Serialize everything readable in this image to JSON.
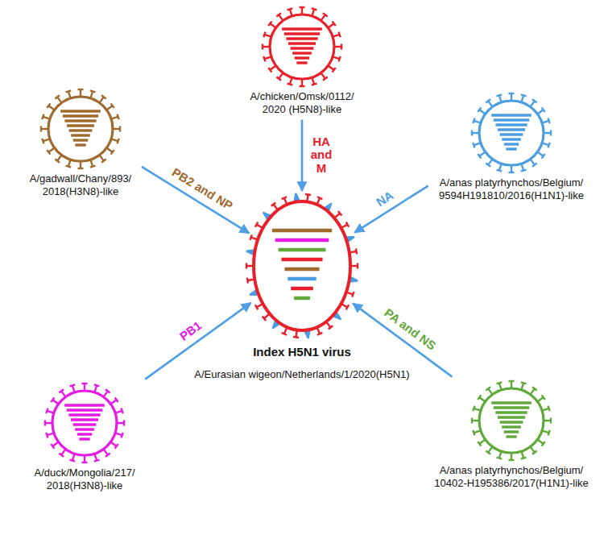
{
  "diagram": {
    "nodes": [
      {
        "text": [
          "A/chicken/Omsk/0112/ 2020 (H5N8)-like"
        ]
      },
      {
        "text": [
          "A/gadwall/Chany/893/ 2018(H3N8)-like"
        ]
      },
      {
        "text": [
          "A/anas platyrhynchos/Belgium/ 9594H191810/2016(H1N1)-like"
        ]
      },
      {
        "text": [
          "Index H5N1 virus",
          "A/Eurasian wigeon/Netherlands/1/2020(H5N1)"
        ]
      },
      {
        "text": [
          "A/duck/Mongolia/217/ 2018(H3N8)-like"
        ]
      },
      {
        "text": [
          "A/anas platyrhynchos/Belgium/ 10402-H195386/2017(H1N1)-like"
        ]
      }
    ],
    "edges": [
      {
        "from": 0,
        "to": 3,
        "arrow": "to",
        "label": "HA and M"
      },
      {
        "from": 1,
        "to": 3,
        "arrow": "to",
        "label": "PB2 and NP"
      },
      {
        "from": 2,
        "to": 3,
        "arrow": "to",
        "label": "NA"
      },
      {
        "from": 4,
        "to": 3,
        "arrow": "to",
        "label": "PB1"
      },
      {
        "from": 5,
        "to": 3,
        "arrow": "to",
        "label": "PA and NS"
      }
    ]
  }
}
